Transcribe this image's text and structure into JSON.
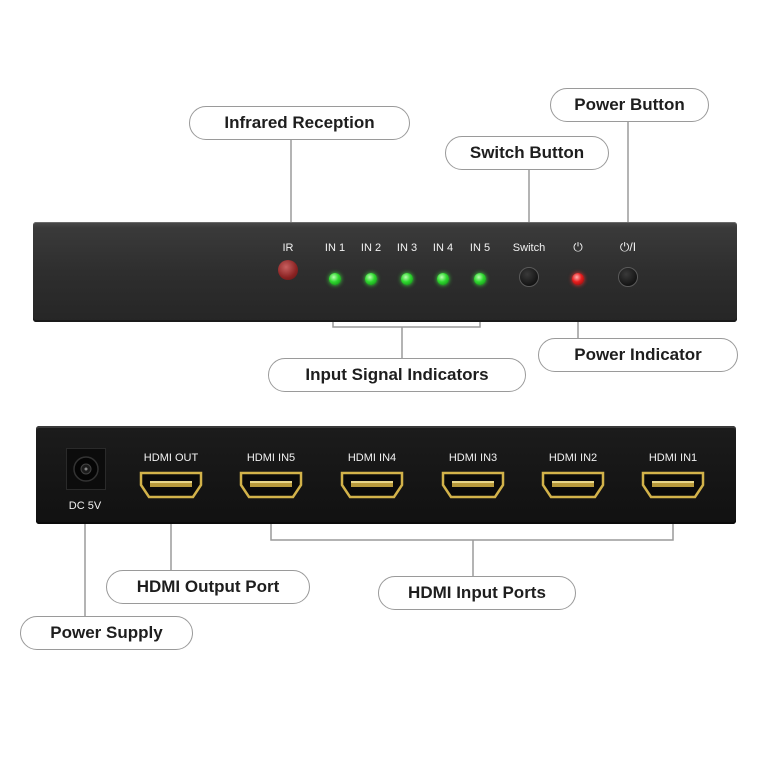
{
  "callouts": {
    "infrared_reception": "Infrared Reception",
    "switch_button": "Switch Button",
    "power_button": "Power Button",
    "power_indicator": "Power Indicator",
    "input_signal_indicators": "Input Signal Indicators",
    "hdmi_output_port": "HDMI Output Port",
    "hdmi_input_ports": "HDMI Input Ports",
    "power_supply": "Power Supply"
  },
  "front_panel": {
    "ir_label": "IR",
    "input_labels": [
      "IN 1",
      "IN 2",
      "IN 3",
      "IN 4",
      "IN 5"
    ],
    "switch_label": "Switch",
    "power_indicator_symbol": "⏻",
    "power_button_symbol": "⏻/I",
    "led_colors": {
      "input": "#2ed72e",
      "power": "#e81d1d"
    }
  },
  "back_panel": {
    "dc_label": "DC 5V",
    "port_labels": [
      "HDMI OUT",
      "HDMI IN5",
      "HDMI IN4",
      "HDMI IN3",
      "HDMI IN2",
      "HDMI IN1"
    ]
  },
  "icons": {
    "power_symbol": "power-icon",
    "hdmi_port": "hdmi-port-icon",
    "dc_jack": "dc-jack-icon"
  }
}
